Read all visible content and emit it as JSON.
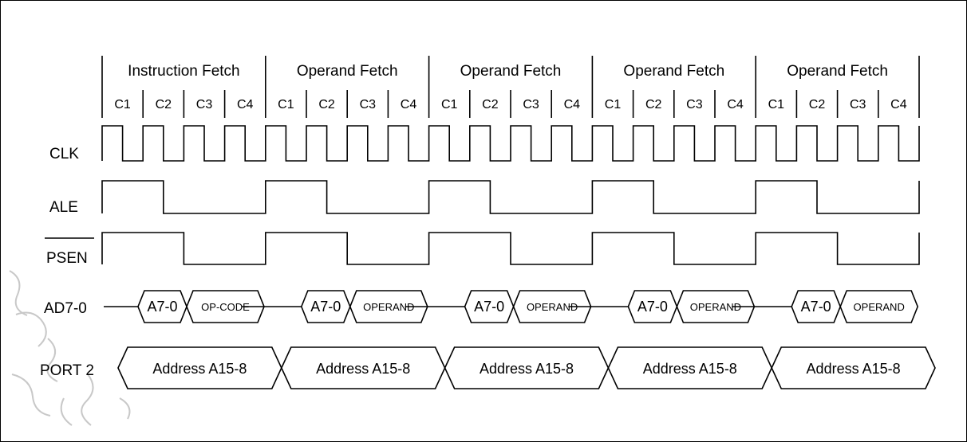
{
  "phases": [
    "Instruction Fetch",
    "Operand Fetch",
    "Operand Fetch",
    "Operand Fetch",
    "Operand Fetch"
  ],
  "cycle_labels": [
    "C1",
    "C2",
    "C3",
    "C4"
  ],
  "signals": {
    "clk": "CLK",
    "ale": "ALE",
    "psen": "PSEN",
    "ad": "AD7-0",
    "port2": "PORT 2"
  },
  "ad_bus": {
    "address_label": "A7-0",
    "data_labels": [
      "OP-CODE",
      "OPERAND",
      "OPERAND",
      "OPERAND",
      "OPERAND"
    ]
  },
  "port2_bus": {
    "labels": [
      "Address A15-8",
      "Address A15-8",
      "Address A15-8",
      "Address A15-8",
      "Address A15-8"
    ]
  }
}
